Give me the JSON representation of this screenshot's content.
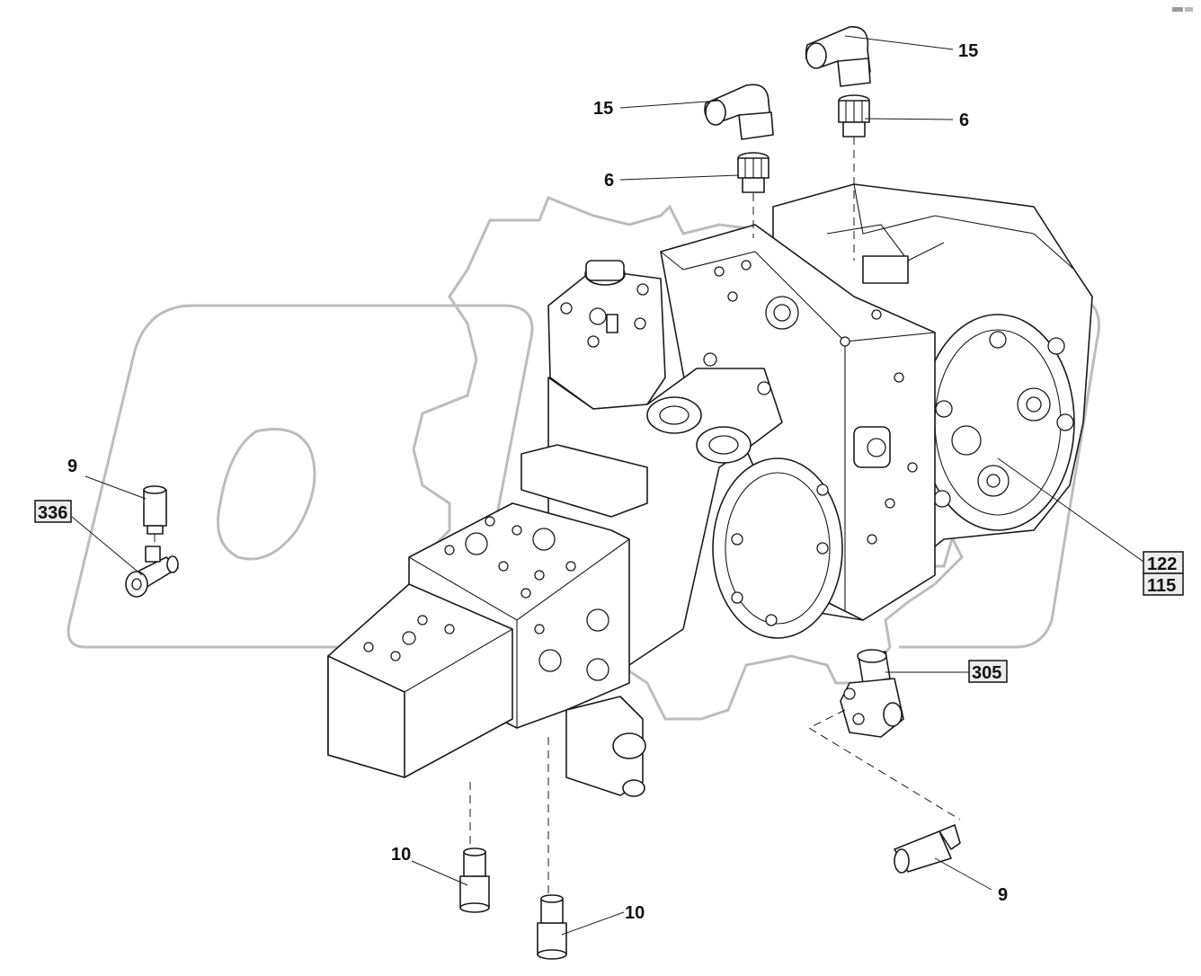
{
  "callouts": {
    "c15a": "15",
    "c15b": "15",
    "c6a": "6",
    "c6b": "6",
    "c9a": "9",
    "c336": "336",
    "c122": "122",
    "c115": "115",
    "c305": "305",
    "c10a": "10",
    "c10b": "10",
    "c9b": "9"
  },
  "colors": {
    "line": "#1a1a1a",
    "watermark": "#bdbdbd",
    "boxed_label_fill": "#ececec"
  },
  "icons": {
    "corner_mark": "small-logo-icon"
  }
}
